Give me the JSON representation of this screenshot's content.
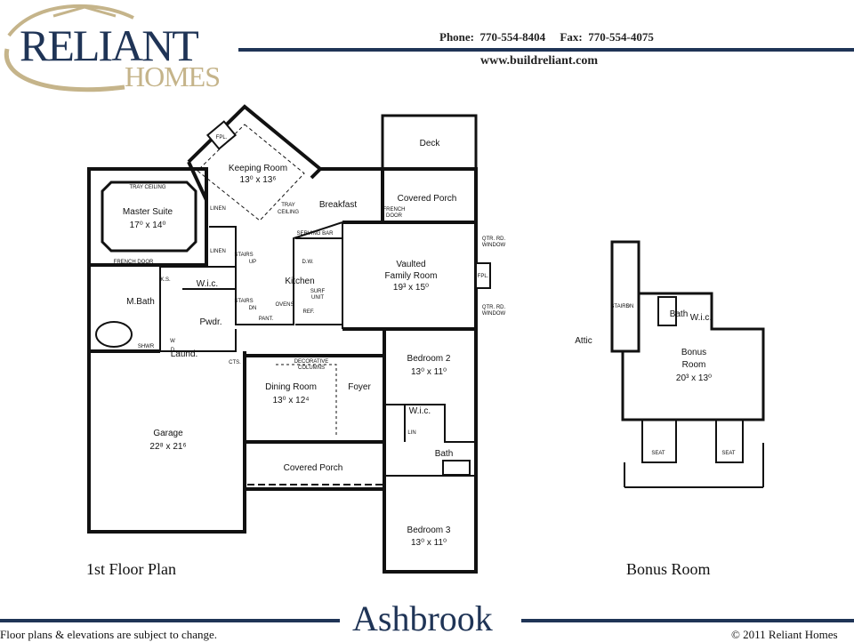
{
  "brand": {
    "name_line1": "RELIANT",
    "name_line2": "HOMES"
  },
  "contact": {
    "phone_label": "Phone:",
    "phone": "770-554-8404",
    "fax_label": "Fax:",
    "fax": "770-554-4075",
    "website": "www.buildreliant.com"
  },
  "plan_name": "Ashbrook",
  "footer": {
    "disclaimer": "Floor plans & elevations are subject to change.",
    "copyright": "© 2011 Reliant Homes"
  },
  "first_floor": {
    "title": "1st Floor Plan",
    "rooms": {
      "master_suite": {
        "name": "Master Suite",
        "dims": "17⁰ x 14⁰"
      },
      "keeping_room": {
        "name": "Keeping Room",
        "dims": "13⁰ x 13⁶"
      },
      "breakfast": {
        "name": "Breakfast"
      },
      "deck": {
        "name": "Deck"
      },
      "covered_porch_rear": {
        "name": "Covered Porch"
      },
      "vaulted_family": {
        "name_line1": "Vaulted",
        "name_line2": "Family Room",
        "dims": "19³ x 15⁰"
      },
      "kitchen": {
        "name": "Kitchen"
      },
      "wic_master": {
        "name": "W.i.c."
      },
      "mbath": {
        "name": "M.Bath"
      },
      "pwdr": {
        "name": "Pwdr."
      },
      "laund": {
        "name": "Laund."
      },
      "dining": {
        "name": "Dining Room",
        "dims": "13⁰ x 12⁴"
      },
      "foyer": {
        "name": "Foyer"
      },
      "bedroom2": {
        "name": "Bedroom 2",
        "dims": "13⁰ x 11⁰"
      },
      "wic_bed2": {
        "name": "W.i.c."
      },
      "bath": {
        "name": "Bath"
      },
      "bedroom3": {
        "name": "Bedroom 3",
        "dims": "13⁰ x 11⁰"
      },
      "garage": {
        "name": "Garage",
        "dims": "22⁸ x 21⁶"
      },
      "covered_porch_front": {
        "name": "Covered Porch"
      }
    },
    "labels": {
      "fpl_keeping": "FPL.",
      "fpl_family": "FPL.",
      "tray_ceiling_master": "TRAY CEILING",
      "tray_ceiling_keeping_1": "TRAY",
      "tray_ceiling_keeping_2": "CEILING",
      "linen_1": "LINEN",
      "linen_2": "LINEN",
      "french_door_master": "FRENCH DOOR",
      "french_door_rear_1": "FRENCH",
      "french_door_rear_2": "DOOR",
      "serving_bar": "SERVING BAR",
      "dw": "D.W.",
      "surf_unit_1": "SURF",
      "surf_unit_2": "UNIT",
      "ref": "REF.",
      "ovens": "OVENS",
      "pant": "PANT.",
      "stairs_up": "STAIRS",
      "up": "UP",
      "stairs_dn": "STAIRS",
      "dn": "DN",
      "ks": "K.S.",
      "shwr": "SHWR",
      "w": "W",
      "d": "D",
      "cts": "CTS.",
      "decorative_columns_1": "DECORATIVE",
      "decorative_columns_2": "COLUMNS",
      "lin": "LIN",
      "qtr_window_top_1": "QTR. RD.",
      "qtr_window_top_2": "WINDOW",
      "qtr_window_bot_1": "QTR. RD.",
      "qtr_window_bot_2": "WINDOW"
    }
  },
  "bonus": {
    "title": "Bonus Room",
    "rooms": {
      "bonus_room": {
        "name_line1": "Bonus",
        "name_line2": "Room",
        "dims": "20³ x 13⁰"
      },
      "bath": {
        "name": "Bath"
      },
      "wic": {
        "name": "W.i.c."
      },
      "attic": {
        "name": "Attic"
      }
    },
    "labels": {
      "stairs": "STAIRS",
      "dn": "DN",
      "seat_left": "SEAT",
      "seat_right": "SEAT"
    }
  }
}
